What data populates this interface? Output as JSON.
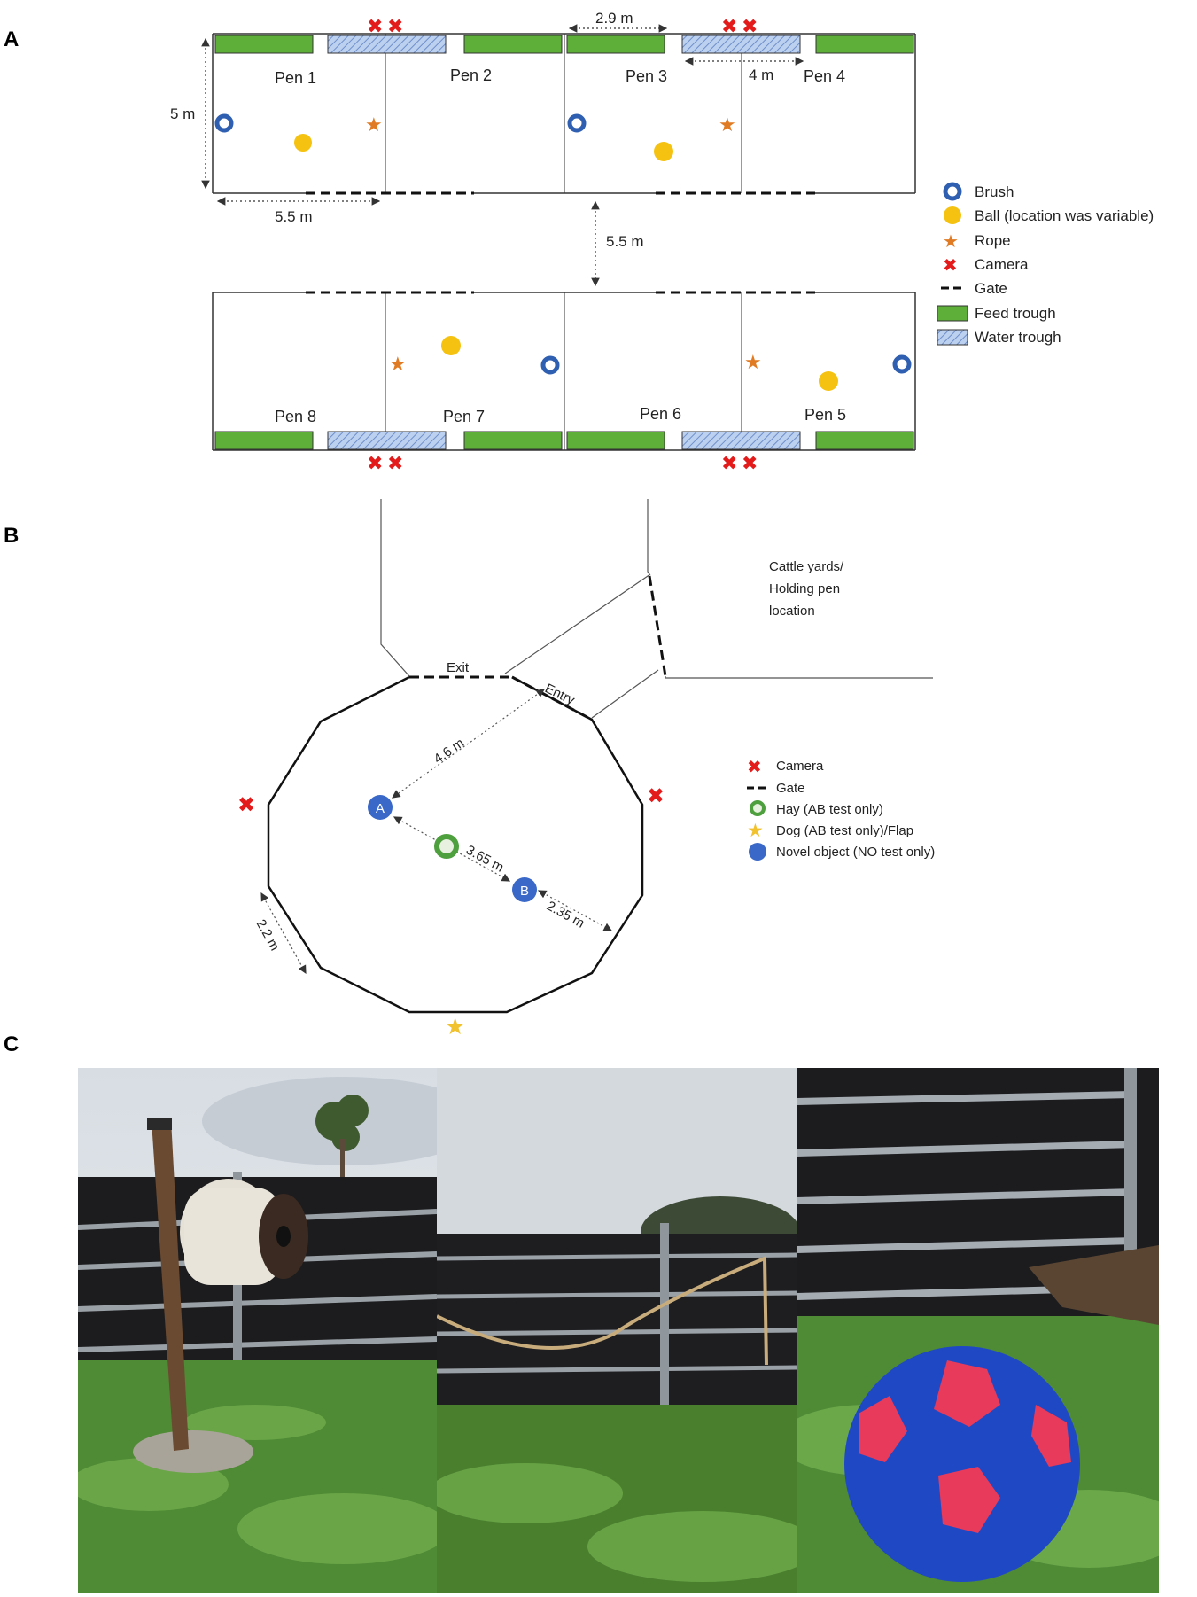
{
  "panels": {
    "a": "A",
    "b": "B",
    "c": "C"
  },
  "panel_a": {
    "pens": [
      "Pen 1",
      "Pen 2",
      "Pen 3",
      "Pen 4",
      "Pen 8",
      "Pen 7",
      "Pen 6",
      "Pen 5"
    ],
    "measurements": {
      "pen_depth": "5 m",
      "pen_width": "5.5 m",
      "aisle": "5.5 m",
      "feed_trough": "2.9 m",
      "water_trough": "4 m"
    },
    "legend": [
      "Brush",
      "Ball (location was variable)",
      "Rope",
      "Camera",
      "Gate",
      "Feed trough",
      "Water trough"
    ]
  },
  "panel_b": {
    "labels": {
      "cattle_yards": [
        "Cattle yards/",
        "Holding pen",
        "location"
      ],
      "exit": "Exit",
      "entry": "Entry",
      "point_a": "A",
      "point_b": "B"
    },
    "measurements": {
      "entry_to_a": "4.6 m",
      "a_to_b": "3.65 m",
      "b_to_wall": "2.35 m",
      "side": "2.2 m"
    },
    "legend": [
      "Camera",
      "Gate",
      "Hay (AB test only)",
      "Dog (AB test only)/Flap",
      "Novel object (NO test only)"
    ]
  },
  "colors": {
    "brush": "#2f5fb0",
    "ball": "#f5c211",
    "rope": "#e07b24",
    "camera": "#e31b1b",
    "feed": "#5daf3a",
    "water": "#a9c4ea",
    "hay": "#4e9f3d",
    "dog": "#f2c12e",
    "novel": "#3a68c8"
  }
}
